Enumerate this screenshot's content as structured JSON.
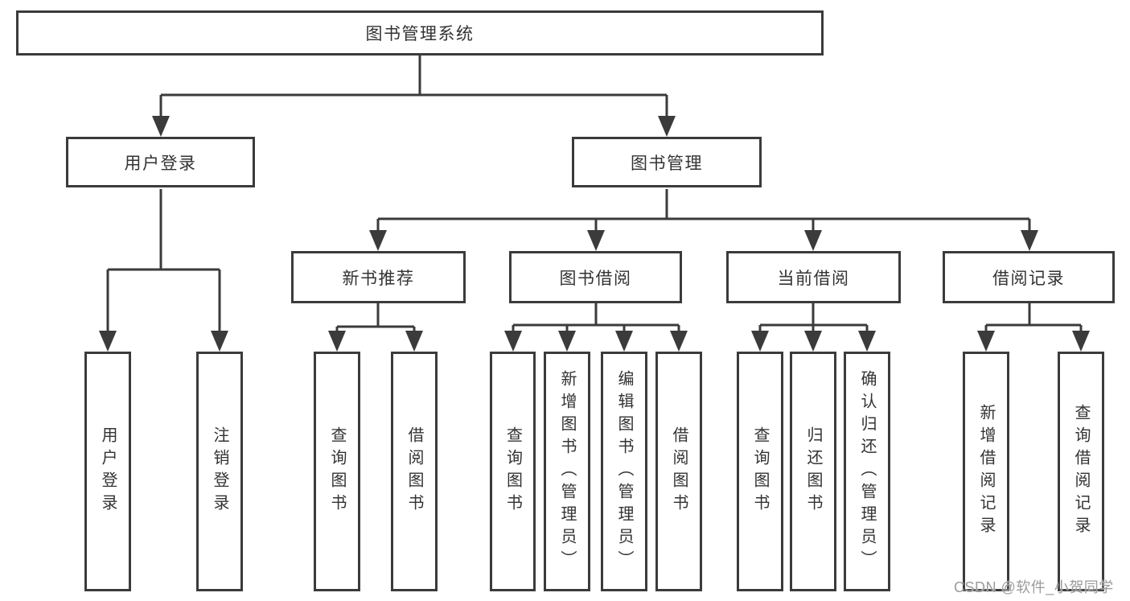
{
  "root": {
    "label": "图书管理系统"
  },
  "level2": {
    "user_login": "用户登录",
    "book_mgmt": "图书管理"
  },
  "level3": {
    "new_book": "新书推荐",
    "book_borrow": "图书借阅",
    "current_borrow": "当前借阅",
    "borrow_records": "借阅记录"
  },
  "leaves": {
    "login": "用户登录",
    "logout": "注销登录",
    "nb_query": "查询图书",
    "nb_borrow": "借阅图书",
    "bb_query": "查询图书",
    "bb_add": "新增图书（管理员）",
    "bb_edit": "编辑图书（管理员）",
    "bb_borrow": "借阅图书",
    "cb_query": "查询图书",
    "cb_return": "归还图书",
    "cb_confirm": "确认归还（管理员）",
    "br_add": "新增借阅记录",
    "br_query": "查询借阅记录"
  },
  "watermark": {
    "text": "CSDN @软件_小贺同学"
  },
  "colors": {
    "line": "#3b3b3b",
    "text": "#333333",
    "background": "#ffffff",
    "watermark": "#9b9b9b"
  }
}
